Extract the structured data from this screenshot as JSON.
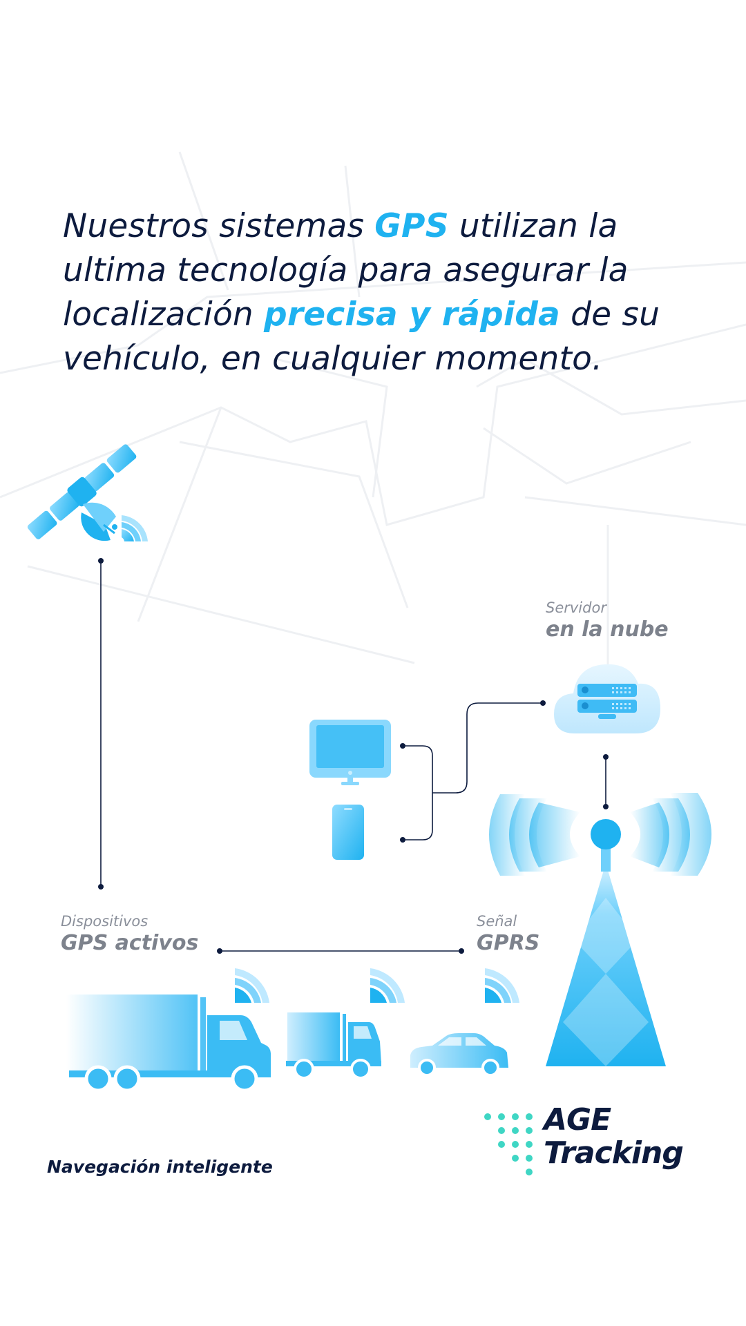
{
  "headline": {
    "seg1": "Nuestros sistemas ",
    "hl1": "GPS",
    "seg2": " utilizan la ultima tecnología para asegurar la localización ",
    "hl2": "precisa y rápida",
    "seg3": " de su vehículo, en cualquier momento."
  },
  "labels": {
    "server_small": "Servidor",
    "server_big": "en la nube",
    "devices_small": "Dispositivos",
    "devices_big": "GPS activos",
    "signal_small": "Señal",
    "signal_big": "GPRS"
  },
  "tagline": "Navegación inteligente",
  "logo": {
    "line1": "AGE",
    "line2": "Tracking"
  },
  "colors": {
    "navy": "#0d1b3e",
    "accent": "#1fb2f0",
    "teal": "#3fd6c4",
    "gray_label": "#7d828c"
  },
  "icons": {
    "satellite": "satellite-icon",
    "cloud_server": "cloud-server-icon",
    "monitor": "monitor-icon",
    "phone": "phone-icon",
    "tower": "cell-tower-icon",
    "truck_large": "truck-icon",
    "truck_small": "small-truck-icon",
    "car": "car-icon"
  }
}
